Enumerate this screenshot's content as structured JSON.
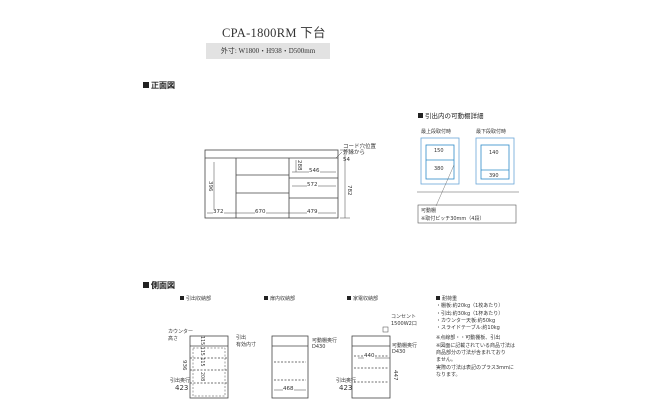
{
  "header": {
    "title": "CPA-1800RM 下台",
    "outer_dims": "外寸: W1800・H938・D500mm"
  },
  "front_view": {
    "heading": "正面図",
    "cord_label_1": "コード穴位置",
    "cord_label_2": "外縁から",
    "cord_label_3": "54",
    "dim_288": "288",
    "dim_546": "546",
    "dim_572": "572",
    "dim_396": "396",
    "dim_782": "782",
    "dim_372": "372",
    "dim_670": "670",
    "dim_479": "479"
  },
  "shelf_detail": {
    "heading": "引出内の可動棚詳細",
    "top_label": "最上段取付時",
    "bottom_label": "最下段取付時",
    "a1": "150",
    "a2": "380",
    "b1": "140",
    "b2": "390",
    "note_1": "可動棚",
    "note_2": "※取付ピッチ30mm（4段）"
  },
  "side_view": {
    "heading": "側面図",
    "sub_1": "引出収納部",
    "sub_2": "扉内収納部",
    "sub_3": "家電収納部",
    "counter_1": "カウンター",
    "counter_2": "高さ",
    "v_936": "936",
    "v_stack": "115 115 115",
    "v_208": "208",
    "drawer_1": "引出",
    "drawer_2": "有効内寸",
    "valid_depth_1": "引出奥行",
    "valid_depth_2": "423",
    "shelf_1": "可動棚奥行",
    "shelf_2": "D430",
    "depth_468": "468",
    "outlet_1": "コンセント",
    "outlet_2": "1500W2口",
    "shelf_3": "可動棚奥行",
    "shelf_4": "D430",
    "dim_440": "440",
    "dim_447": "447",
    "depth_3_1": "引出奥行",
    "depth_3_2": "423"
  },
  "notes": {
    "heading": "耐荷重",
    "l1": "・棚板:約20kg（1枚あたり）",
    "l2": "・引出:約30kg（1杯あたり）",
    "l3": "・カウンター天板:約50kg",
    "l4": "・スライドテーブル:約10kg",
    "l5": "※点線部・・可動棚板、引出",
    "l6": "※図面に記載されている商品寸法は",
    "l7": "商品部分の寸法が含まれており",
    "l8": "ません。",
    "l9": "実際の寸法は表記のプラス3mmに",
    "l10": "なります。"
  }
}
